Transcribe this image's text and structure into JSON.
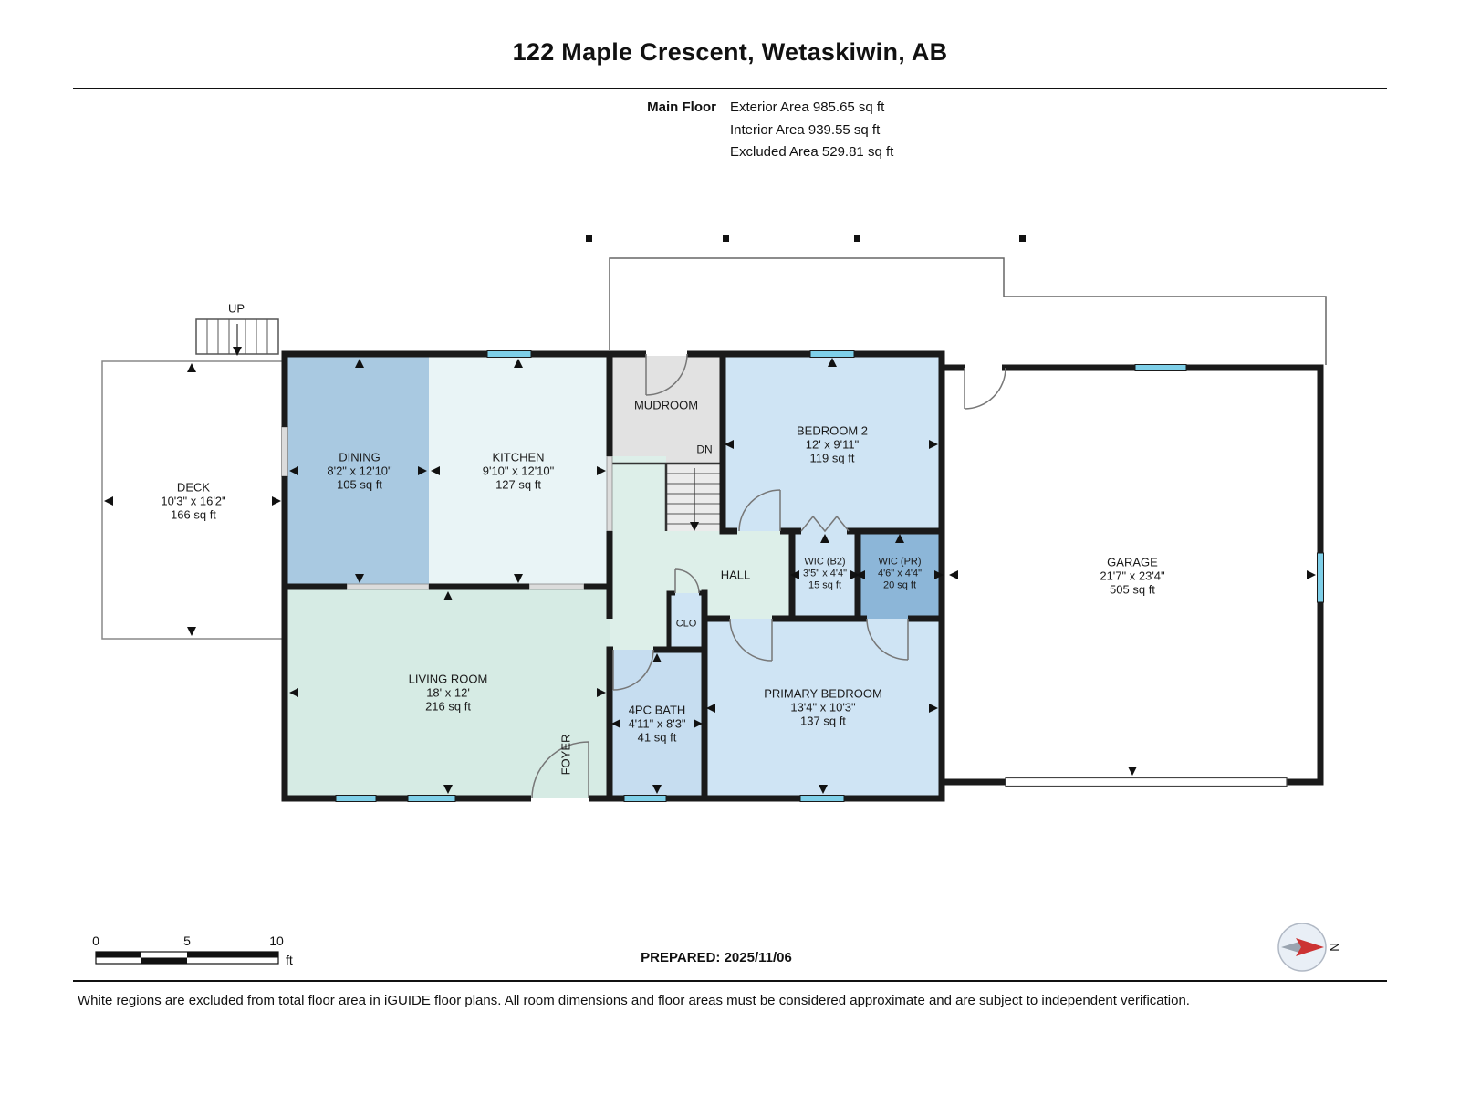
{
  "header": {
    "title": "122 Maple Crescent, Wetaskiwin, AB",
    "floor_label": "Main Floor",
    "stats": [
      "Exterior Area 985.65 sq ft",
      "Interior Area 939.55 sq ft",
      "Excluded Area 529.81 sq ft"
    ]
  },
  "rooms": {
    "deck": {
      "name": "DECK",
      "dims": "10'3\" x 16'2\"",
      "area": "166 sq ft"
    },
    "dining": {
      "name": "DINING",
      "dims": "8'2\" x 12'10\"",
      "area": "105 sq ft"
    },
    "kitchen": {
      "name": "KITCHEN",
      "dims": "9'10\" x 12'10\"",
      "area": "127 sq ft"
    },
    "mudroom": {
      "name": "MUDROOM"
    },
    "bedroom2": {
      "name": "BEDROOM 2",
      "dims": "12' x 9'11\"",
      "area": "119 sq ft"
    },
    "hall": {
      "name": "HALL"
    },
    "wic_b2": {
      "name": "WIC (B2)",
      "dims": "3'5\" x 4'4\"",
      "area": "15 sq ft"
    },
    "wic_pr": {
      "name": "WIC (PR)",
      "dims": "4'6\" x 4'4\"",
      "area": "20 sq ft"
    },
    "clo": {
      "name": "CLO"
    },
    "living": {
      "name": "LIVING ROOM",
      "dims": "18' x 12'",
      "area": "216 sq ft"
    },
    "foyer": {
      "name": "FOYER"
    },
    "bath": {
      "name": "4PC BATH",
      "dims": "4'11\" x 8'3\"",
      "area": "41 sq ft"
    },
    "primary": {
      "name": "PRIMARY BEDROOM",
      "dims": "13'4\" x 10'3\"",
      "area": "137 sq ft"
    },
    "garage": {
      "name": "GARAGE",
      "dims": "21'7\" x 23'4\"",
      "area": "505 sq ft"
    }
  },
  "stairs": {
    "up_label": "UP",
    "down_label": "DN"
  },
  "scale_bar": {
    "tick0": "0",
    "tick5": "5",
    "tick10": "10",
    "unit": "ft"
  },
  "footer": {
    "prepared": "PREPARED: 2025/11/06",
    "compass_label": "N",
    "disclaimer": "White regions are excluded from total floor area in iGUIDE floor plans. All room dimensions and floor areas must be considered approximate and are subject to independent verification."
  },
  "colors": {
    "wall": "#1a1a1a",
    "window": "#7ecfe8",
    "dining": "#a9c9e1",
    "kitchen": "#e9f4f6",
    "mudroom": "#e2e2e2",
    "stairs": "#ebebeb",
    "hall": "#ddefe9",
    "bedroom2": "#cfe4f4",
    "wic_b2": "#cfe4f4",
    "wic_pr": "#8cb6d8",
    "clo": "#cfe4f4",
    "living": "#d6ebe4",
    "bath": "#c6ddf0",
    "primary": "#cfe4f4",
    "garage": "#ffffff"
  }
}
